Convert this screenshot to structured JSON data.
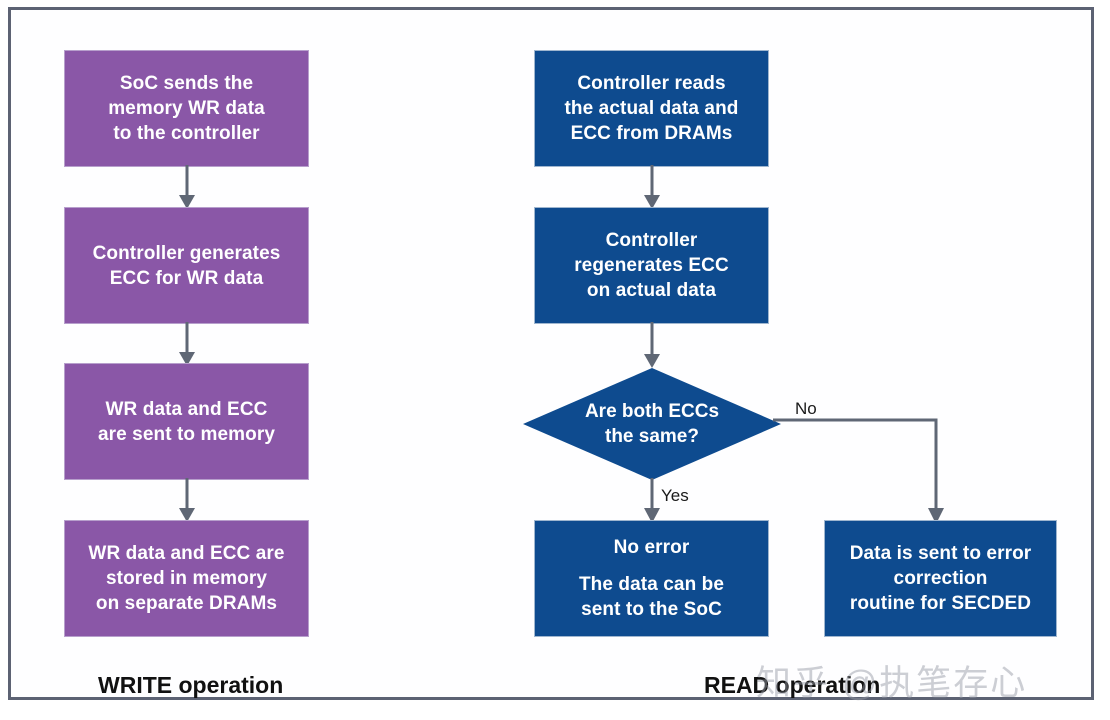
{
  "diagram": {
    "title_hidden": "",
    "colors": {
      "write_fill": "#8a57a7",
      "read_fill": "#0e4b8f",
      "arrow": "#5f6775",
      "frame_border": "#5c6273",
      "text_on_fill": "#ffffff",
      "label_text": "#111111",
      "watermark": "#969ba5"
    },
    "write_flow": {
      "section_label": "WRITE operation",
      "nodes": [
        {
          "id": "soc-sends-wr-data",
          "lines": [
            "SoC sends the",
            "memory WR data",
            "to the controller"
          ]
        },
        {
          "id": "controller-generates-ecc",
          "lines": [
            "Controller generates",
            "ECC for WR data"
          ]
        },
        {
          "id": "wr-data-ecc-sent",
          "lines": [
            "WR data and ECC",
            "are sent to memory"
          ]
        },
        {
          "id": "wr-data-ecc-stored",
          "lines": [
            "WR data and ECC are",
            "stored in memory",
            "on separate DRAMs"
          ]
        }
      ]
    },
    "read_flow": {
      "section_label": "READ operation",
      "nodes": [
        {
          "id": "controller-reads-data",
          "lines": [
            "Controller reads",
            "the actual data and",
            "ECC from DRAMs"
          ]
        },
        {
          "id": "controller-regenerates-ecc",
          "lines": [
            "Controller",
            "regenerates ECC",
            "on actual data"
          ]
        }
      ],
      "decision": {
        "id": "are-both-eccs-same",
        "lines": [
          "Are both ECCs",
          "the same?"
        ],
        "branch_yes": "Yes",
        "branch_no": "No"
      },
      "outcomes": [
        {
          "id": "no-error",
          "lines_top": [
            "No error"
          ],
          "lines_bottom": [
            "The data can be",
            "sent to the SoC"
          ]
        },
        {
          "id": "error-correction",
          "lines": [
            "Data is sent to error",
            "correction",
            "routine for SECDED"
          ]
        }
      ]
    },
    "watermark": "知乎 @执笔存心"
  }
}
